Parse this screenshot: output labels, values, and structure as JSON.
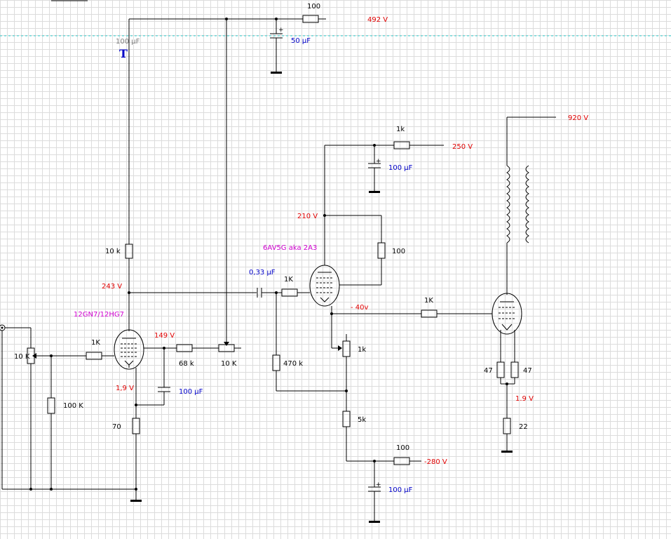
{
  "labels": {
    "v492": "492 V",
    "v920": "920 V",
    "v250": "250 V",
    "v210": "210 V",
    "v243": "243 V",
    "v149": "149 V",
    "v1_9_a": "1,9 V",
    "v_40": "- 40v",
    "v1_9_b": "1.9 V",
    "v_280": "-280 V",
    "c50": "50 µF",
    "c100_top": "100 µF",
    "c100_plate": "100 µF",
    "c100_cath": "100 µF",
    "c100_neg": "100 µF",
    "c033": "0,33 µF",
    "r100_top": "100",
    "r1k_b": "1k",
    "r100_bal": "100",
    "r10k_load": "10 k",
    "r1k_grid1": "1K",
    "r1k_grid2": "1K",
    "r1k_grid3": "1K",
    "r68k": "68 k",
    "pot10k_a": "10 K",
    "pot10k_in": "10 K",
    "r100k": "100 K",
    "r70": "70",
    "r470k": "470 k",
    "pot1k": "1k",
    "r5k": "5k",
    "r100_neg": "100",
    "r47a": "47",
    "r47b": "47",
    "r22": "22",
    "tube1": "12GN7/12HG7",
    "tube2": "6AV5G aka 2A3"
  },
  "colors": {
    "voltage": "#e00000",
    "capacitor": "#0000c8",
    "tube": "#d000d0",
    "guide": "#30d0d0"
  }
}
